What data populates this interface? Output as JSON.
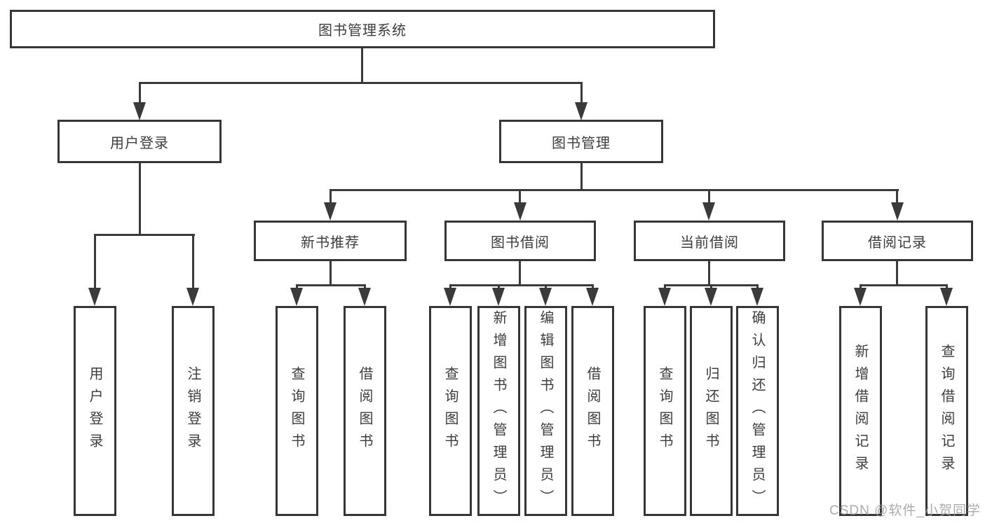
{
  "tree": {
    "label": "图书管理系统",
    "children": [
      {
        "label": "用户登录",
        "children": [
          {
            "label": "用户登录"
          },
          {
            "label": "注销登录"
          }
        ]
      },
      {
        "label": "图书管理",
        "children": [
          {
            "label": "新书推荐",
            "children": [
              {
                "label": "查询图书"
              },
              {
                "label": "借阅图书"
              }
            ]
          },
          {
            "label": "图书借阅",
            "children": [
              {
                "label": "查询图书"
              },
              {
                "label": "新增图书（管理员）"
              },
              {
                "label": "编辑图书（管理员）"
              },
              {
                "label": "借阅图书"
              }
            ]
          },
          {
            "label": "当前借阅",
            "children": [
              {
                "label": "查询图书"
              },
              {
                "label": "归还图书"
              },
              {
                "label": "确认归还（管理员）"
              }
            ]
          },
          {
            "label": "借阅记录",
            "children": [
              {
                "label": "新增借阅记录"
              },
              {
                "label": "查询借阅记录"
              }
            ]
          }
        ]
      }
    ]
  },
  "watermark": {
    "text": "CSDN @软件_小贺同学"
  },
  "colors": {
    "background": "#ffffff",
    "box_border": "#363636",
    "line": "#3a3a3a",
    "text": "#3d3d3d",
    "watermark": "#9e9e9e"
  }
}
